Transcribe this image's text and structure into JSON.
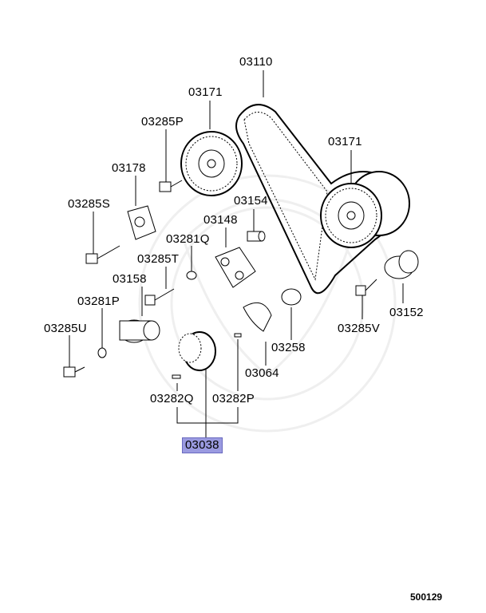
{
  "labels": {
    "p03110": "03110",
    "p03171_left": "03171",
    "p03171_right": "03171",
    "p03285P": "03285P",
    "p03178": "03178",
    "p03285S": "03285S",
    "p03154": "03154",
    "p03148": "03148",
    "p03281Q": "03281Q",
    "p03285T": "03285T",
    "p03158": "03158",
    "p03281P": "03281P",
    "p03285U": "03285U",
    "p03152": "03152",
    "p03285V": "03285V",
    "p03258": "03258",
    "p03064": "03064",
    "p03282Q": "03282Q",
    "p03282P": "03282P",
    "p03038": "03038"
  },
  "highlight_color": "#9a9ae0",
  "diagram_ref": "500129"
}
